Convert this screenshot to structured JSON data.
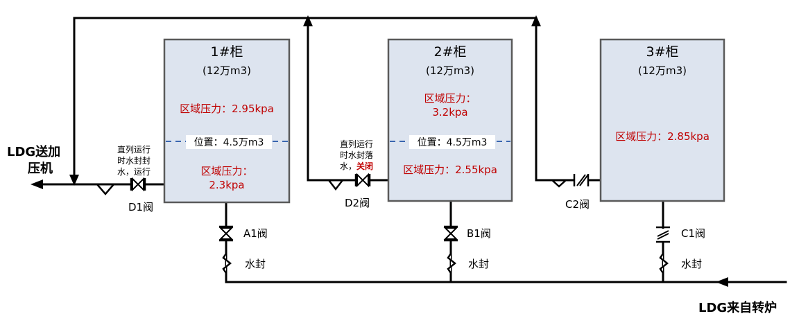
{
  "tanks": [
    {
      "name": "1#柜",
      "capacity": "(12万m3)",
      "pressure_top_label": "区域压力：2.95kpa",
      "position_label": "位置：4.5万m3",
      "pressure_bottom_label": "区域压力：",
      "pressure_bottom_value": "2.3kpa"
    },
    {
      "name": "2#柜",
      "capacity": "(12万m3)",
      "pressure_top_label": "区域压力：",
      "pressure_top_value": "3.2kpa",
      "position_label": "位置：4.5万m3",
      "pressure_bottom_label": "区域压力：2.55kpa"
    },
    {
      "name": "3#柜",
      "capacity": "(12万m3)",
      "pressure_label": "区域压力：2.85kpa"
    }
  ],
  "outlet_label_line1": "LDG送加",
  "outlet_label_line2": "压机",
  "inlet_label": "LDG来自转炉",
  "valves": {
    "d1": "D1阀",
    "d2": "D2阀",
    "c2": "C2阀",
    "a1": "A1阀",
    "b1": "B1阀",
    "c1": "C1阀"
  },
  "water_seal": "水封",
  "d1_note": [
    "直列运行",
    "时水封封",
    "水，运行"
  ],
  "d2_note": [
    "直列运行",
    "时水封落",
    "水，"
  ],
  "d2_note_status": "关闭",
  "colors": {
    "tank_fill": "#dde4ef",
    "red_text": "#c00000",
    "dash": "#3a66b0"
  }
}
